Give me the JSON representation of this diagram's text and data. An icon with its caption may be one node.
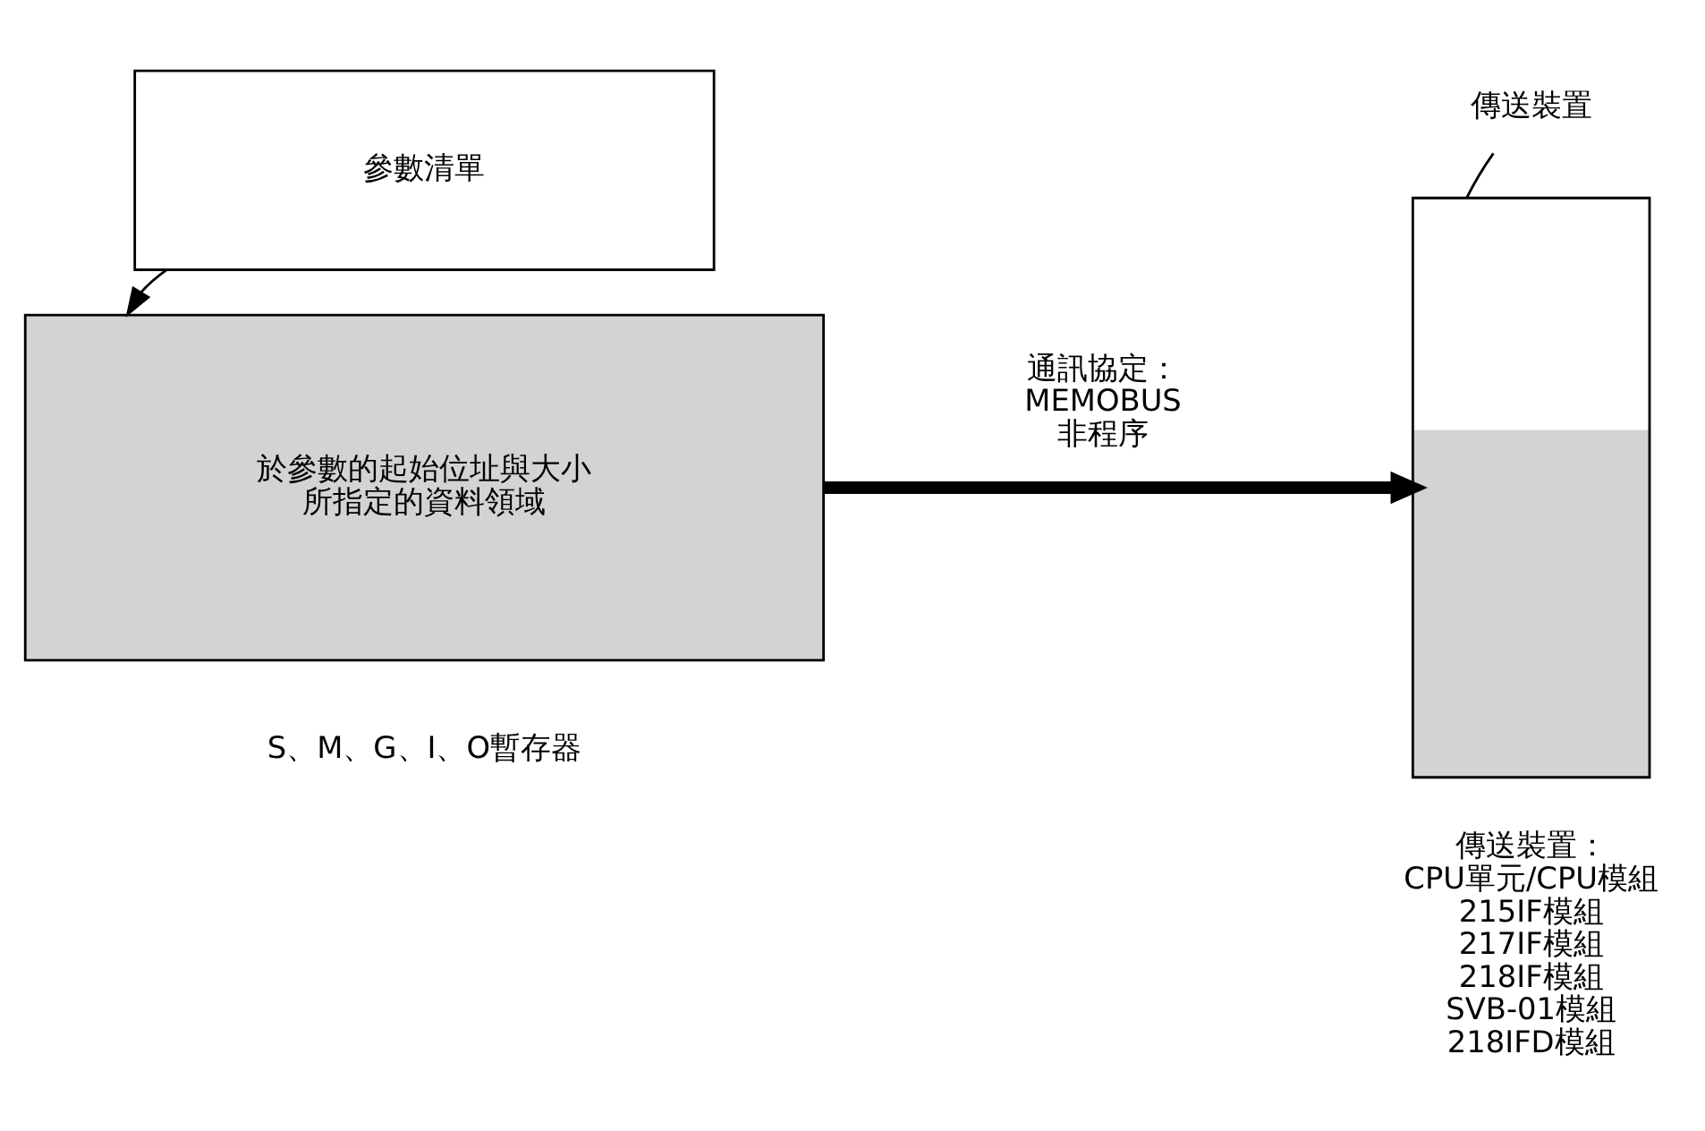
{
  "diagram": {
    "nodes": [
      {
        "text": [
          "參數清單"
        ]
      },
      {
        "text": [
          "於參數的起始位址與大小所指定的資料領域"
        ],
        "beside": [
          "S、M、G、I、O暫存器"
        ]
      },
      {
        "text": [
          "傳送裝置"
        ]
      },
      {
        "text": [],
        "shape": "box",
        "beside": [
          "傳送裝置：",
          "CPU單元/CPU模組",
          "215IF模組",
          "217IF模組",
          "218IF模組",
          "SVB-01模組",
          "218IFD模組"
        ]
      }
    ],
    "edges": [
      {
        "from": 0,
        "to": 1,
        "arrow": "to"
      },
      {
        "from": 1,
        "to": 3,
        "arrow": "to",
        "label": "通訊協定： MEMOBUS 非程序",
        "style": "thick"
      },
      {
        "from": 2,
        "to": 3,
        "arrow": "none"
      }
    ]
  }
}
